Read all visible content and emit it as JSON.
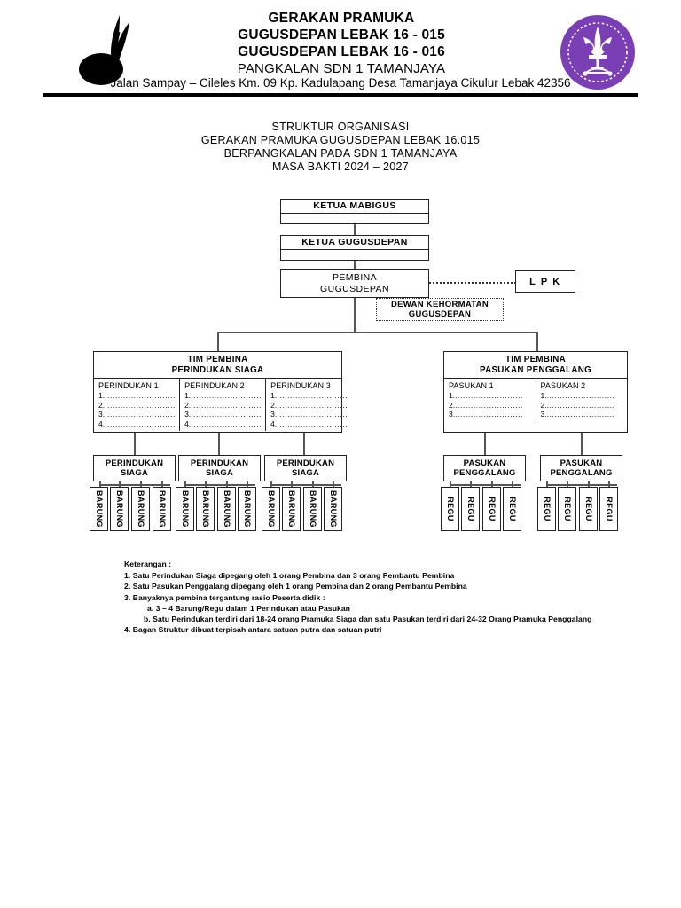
{
  "header": {
    "line1": "GERAKAN PRAMUKA",
    "line2": "GUGUSDEPAN LEBAK 16 - 015",
    "line3": "GUGUSDEPAN LEBAK 16 - 016",
    "line4": "PANGKALAN SDN 1 TAMANJAYA",
    "address": "Jalan Sampay – Cileles Km. 09 Kp. Kadulapang Desa Tamanjaya Cikulur Lebak 42356",
    "logo_left": "tunas-kelapa-logo",
    "logo_right": "wosm-fleur-de-lis-logo",
    "brand_purple": "#7B3FB5"
  },
  "title": {
    "line1": "STRUKTUR ORGANISASI",
    "line2": "GERAKAN PRAMUKA GUGUSDEPAN LEBAK 16.015",
    "line3": "BERPANGKALAN PADA SDN 1 TAMANJAYA",
    "line4": "MASA BAKTI 2024 – 2027"
  },
  "chart_data": {
    "type": "diagram",
    "title": "STRUKTUR ORGANISASI GERAKAN PRAMUKA GUGUSDEPAN LEBAK 16.015",
    "nodes": {
      "ketua_mabigus": "KETUA MABIGUS",
      "ketua_gugusdepan": "KETUA GUGUSDEPAN",
      "pembina_gugusdepan": "PEMBINA\nGUGUSDEPAN",
      "pembina_line1": "PEMBINA",
      "pembina_line2": "GUGUSDEPAN",
      "lpk": "L P K",
      "dewan_line1": "DEWAN KEHORMATAN",
      "dewan_line2": "GUGUSDEPAN"
    },
    "tim_siaga": {
      "title_line1": "TIM PEMBINA",
      "title_line2": "PERINDUKAN SIAGA",
      "columns": [
        {
          "header": "PERINDUKAN 1",
          "rows": [
            "1.",
            "2.",
            "3.",
            "4."
          ]
        },
        {
          "header": "PERINDUKAN 2",
          "rows": [
            "1.",
            "2.",
            "3.",
            "4."
          ]
        },
        {
          "header": "PERINDUKAN 3",
          "rows": [
            "1.",
            "2.",
            "3.",
            "4."
          ]
        }
      ]
    },
    "tim_penggalang": {
      "title_line1": "TIM PEMBINA",
      "title_line2": "PASUKAN PENGGALANG",
      "columns": [
        {
          "header": "PASUKAN 1",
          "rows": [
            "1.",
            "2.",
            "3."
          ]
        },
        {
          "header": "PASUKAN 2",
          "rows": [
            "1.",
            "2.",
            "3."
          ]
        }
      ]
    },
    "siaga_units": [
      {
        "line1": "PERINDUKAN",
        "line2": "SIAGA",
        "children": [
          "BARUNG",
          "BARUNG",
          "BARUNG",
          "BARUNG"
        ]
      },
      {
        "line1": "PERINDUKAN",
        "line2": "SIAGA",
        "children": [
          "BARUNG",
          "BARUNG",
          "BARUNG",
          "BARUNG"
        ]
      },
      {
        "line1": "PERINDUKAN",
        "line2": "SIAGA",
        "children": [
          "BARUNG",
          "BARUNG",
          "BARUNG",
          "BARUNG"
        ]
      }
    ],
    "penggalang_units": [
      {
        "line1": "PASUKAN",
        "line2": "PENGGALANG",
        "children": [
          "REGU",
          "REGU",
          "REGU",
          "REGU"
        ]
      },
      {
        "line1": "PASUKAN",
        "line2": "PENGGALANG",
        "children": [
          "REGU",
          "REGU",
          "REGU",
          "REGU"
        ]
      }
    ]
  },
  "keterangan": {
    "heading": "Keterangan :",
    "items": [
      "1. Satu Perindukan Siaga dipegang oleh 1 orang Pembina dan 3 orang Pembantu Pembina",
      "2. Satu Pasukan Penggalang dipegang oleh 1 orang Pembina dan 2 orang Pembantu Pembina",
      "3. Banyaknya pembina tergantung rasio Peserta didik :",
      "a. 3 – 4 Barung/Regu dalam 1 Perindukan atau Pasukan",
      "b. Satu Perindukan terdiri dari 18-24 orang Pramuka Siaga dan satu Pasukan terdiri dari 24-32 Orang Pramuka Penggalang",
      "4. Bagan Struktur dibuat terpisah antara satuan putra dan satuan putri"
    ]
  },
  "dots": {
    "long": "...........................",
    "med": ".........................."
  }
}
